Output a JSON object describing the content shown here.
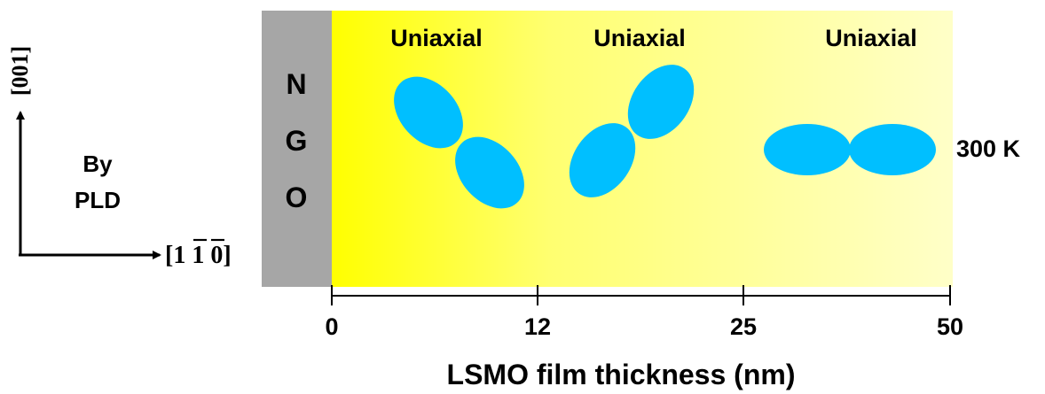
{
  "substrate": {
    "letters": [
      "N",
      "G",
      "O"
    ],
    "color": "#a6a6a6"
  },
  "film": {
    "gradient_from": "#ffff00",
    "gradient_to": "#ffffc8"
  },
  "anisotropy_labels": [
    "Uniaxial",
    "Uniaxial",
    "Uniaxial"
  ],
  "lobe_color": "#00bfff",
  "temperature_label": "300 K",
  "method_label": {
    "line1": "By",
    "line2": "PLD"
  },
  "axes": {
    "vertical_direction": "[001]",
    "horizontal_direction": "[1̄1̄0]",
    "horizontal_parts": [
      "[1",
      "1",
      "0]"
    ]
  },
  "x_axis": {
    "ticks": [
      "0",
      "12",
      "25",
      "50"
    ],
    "label": "LSMO film thickness (nm)"
  }
}
